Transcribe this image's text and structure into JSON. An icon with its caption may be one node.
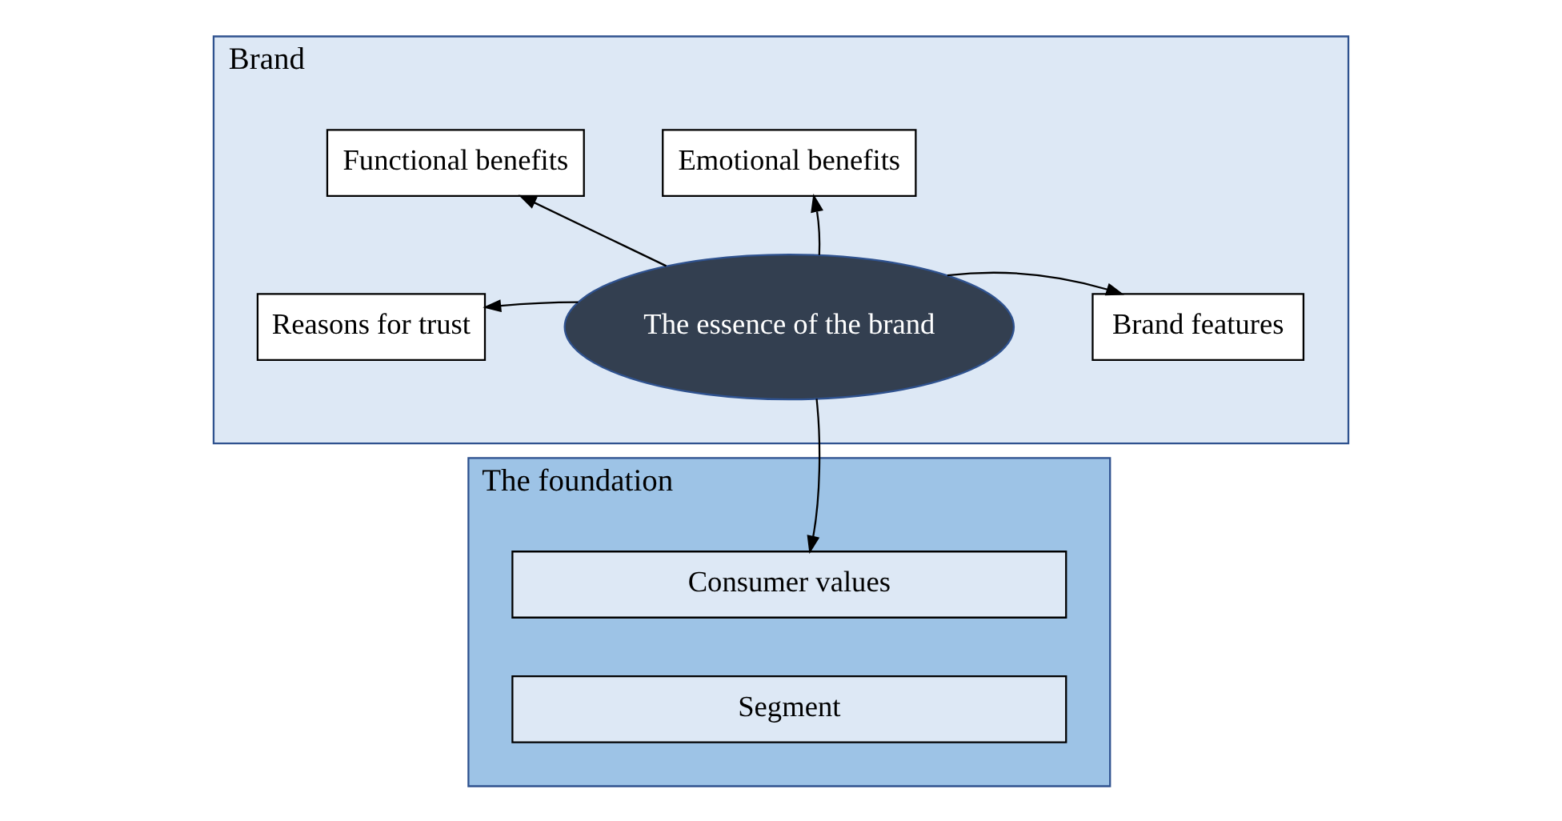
{
  "diagram": {
    "nodes": [
      {
        "text": [
          "Brand"
        ]
      },
      {
        "text": [
          "Functional benefits"
        ],
        "in": 0
      },
      {
        "text": [
          "Emotional benefits"
        ],
        "in": 0
      },
      {
        "text": [
          "Reasons for trust"
        ],
        "in": 0
      },
      {
        "text": [
          "The essence of the brand"
        ],
        "in": 0
      },
      {
        "text": [
          "Brand features"
        ],
        "in": 0
      },
      {
        "text": [
          "The foundation"
        ]
      },
      {
        "text": [
          "Consumer values"
        ],
        "in": 6
      },
      {
        "text": [
          "Segment"
        ],
        "in": 6
      }
    ],
    "edges": [
      {
        "from": 4,
        "to": 1,
        "arrow": "to"
      },
      {
        "from": 4,
        "to": 2,
        "arrow": "to"
      },
      {
        "from": 4,
        "to": 3,
        "arrow": "to"
      },
      {
        "from": 4,
        "to": 5,
        "arrow": "to"
      },
      {
        "from": 4,
        "to": 7,
        "arrow": "to"
      }
    ]
  }
}
